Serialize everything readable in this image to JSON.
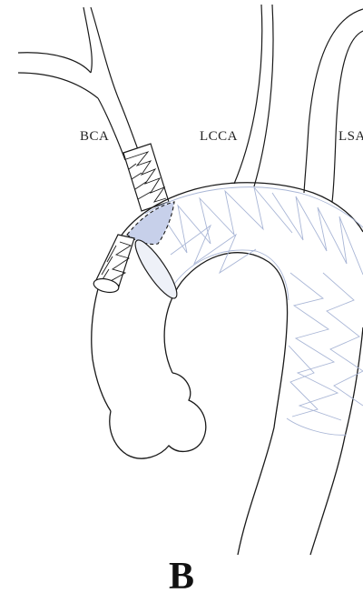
{
  "labels": {
    "bca": "BCA",
    "lcca": "LCCA",
    "lsa": "LSA"
  },
  "panel_letter": "B",
  "colors": {
    "outline": "#1a1a1a",
    "stent_wire": "#a9b6d6",
    "fenestration_fill": "#c7d0ea",
    "background": "#ffffff"
  }
}
